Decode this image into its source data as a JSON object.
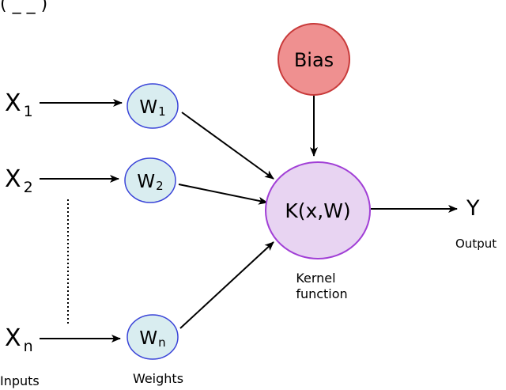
{
  "figure": {
    "top_fragment": "( _ _ )",
    "inputs": [
      {
        "symbol": "X",
        "subscript": "1"
      },
      {
        "symbol": "X",
        "subscript": "2"
      },
      {
        "symbol": "X",
        "subscript": "n"
      }
    ],
    "weights": [
      {
        "symbol": "W",
        "subscript": "1"
      },
      {
        "symbol": "W",
        "subscript": "2"
      },
      {
        "symbol": "W",
        "subscript": "n"
      }
    ],
    "bias_label": "Bias",
    "kernel_node_label": "K(x,W)",
    "kernel_caption_line1": "Kernel",
    "kernel_caption_line2": "function",
    "output_symbol": "Y",
    "output_caption": "Output",
    "inputs_caption": "Inputs",
    "weights_caption": "Weights",
    "colors": {
      "bias_fill": "#ef9090",
      "bias_stroke": "#c83a3a",
      "weight_fill": "#d9edf0",
      "weight_stroke": "#3a44d8",
      "kernel_fill": "#e8d4f2",
      "kernel_stroke": "#a13fd6",
      "line": "#000000"
    }
  }
}
